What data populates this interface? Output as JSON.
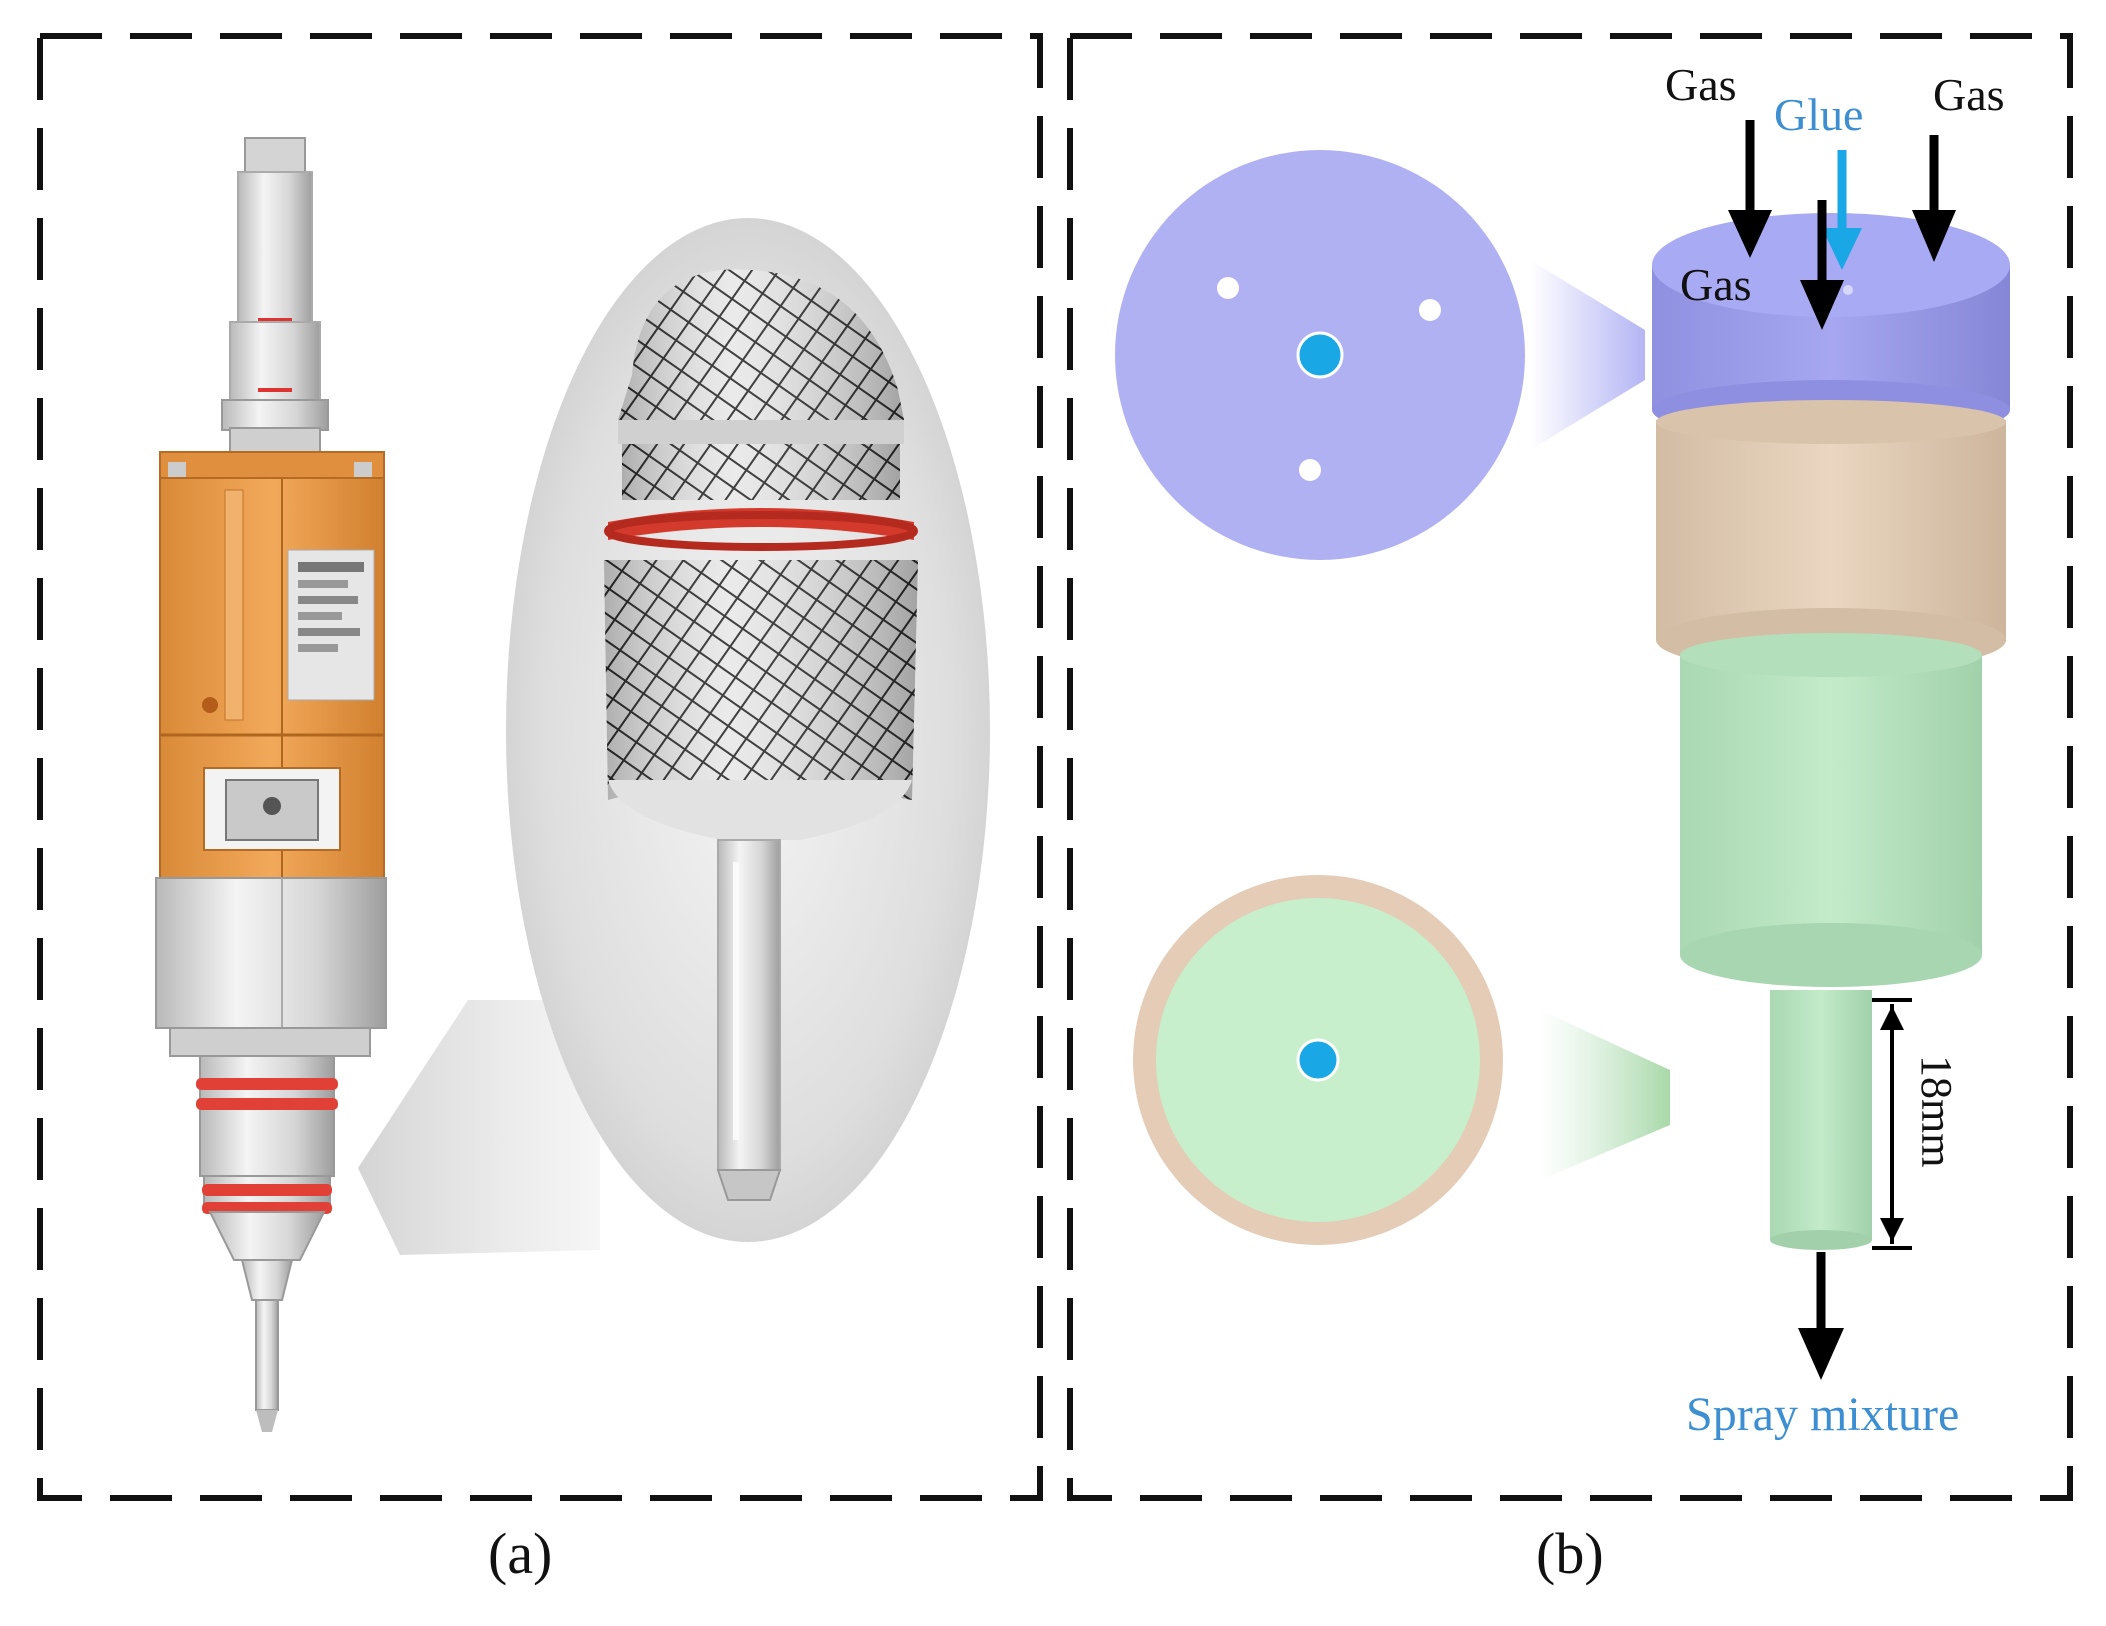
{
  "panel_a": {
    "caption": "(a)"
  },
  "panel_b": {
    "caption": "(b)",
    "labels": {
      "gas_left": "Gas",
      "gas_right": "Gas",
      "gas_center": "Gas",
      "glue": "Glue",
      "length": "18mm",
      "output": "Spray mixture"
    }
  },
  "colors": {
    "cap_purple": "#a7a8f2",
    "body_tan": "#e3cdb6",
    "nozzle_green": "#b9e3c1",
    "glue_blue": "#1aa7e6",
    "text_blue": "#3d8fd1",
    "device_orange": "#e99a47"
  }
}
